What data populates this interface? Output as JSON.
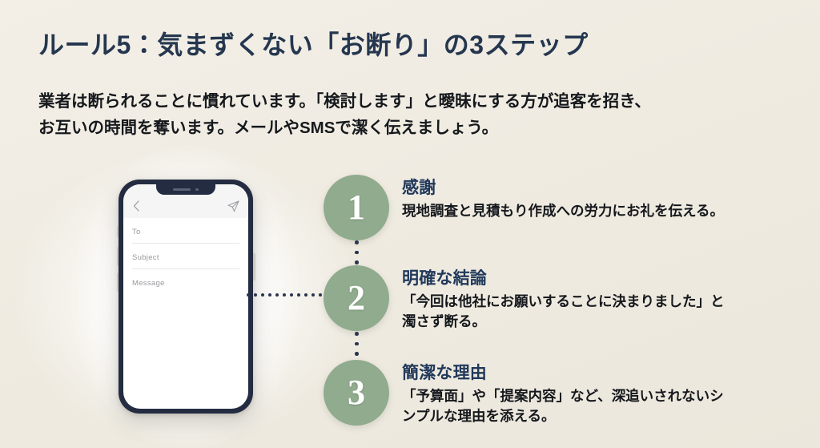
{
  "slide": {
    "title": "ルール5：気まずくない「お断り」の3ステップ",
    "subtitle_line1": "業者は断られることに慣れています。「検討します」と曖昧にする方が追客を招き、",
    "subtitle_line2": "お互いの時間を奪います。メールやSMSで潔く伝えましょう。",
    "background_color": "#f1ede4",
    "title_color": "#25374f",
    "accent_color": "#90ab8d"
  },
  "phone": {
    "frame_color": "#232c41",
    "screen_background": "#ffffff",
    "topbar_background": "#f5f5f6",
    "back_icon": "chevron-left-icon",
    "send_icon": "paper-plane-icon",
    "fields": [
      {
        "label": "To"
      },
      {
        "label": "Subject"
      },
      {
        "label": "Message"
      }
    ]
  },
  "connector": {
    "horizontal_dots": 13,
    "vertical_dots_1": 3,
    "vertical_dots_2": 4,
    "dot_color": "#2b3550"
  },
  "steps": [
    {
      "number": "1",
      "heading": "感謝",
      "desc_lines": [
        "現地調査と見積もり作成への労力にお礼を伝える。"
      ]
    },
    {
      "number": "2",
      "heading": "明確な結論",
      "desc_lines": [
        "「今回は他社にお願いすることに決まりました」と",
        "濁さず断る。"
      ]
    },
    {
      "number": "3",
      "heading": "簡潔な理由",
      "desc_lines": [
        "「予算面」や「提案内容」など、深追いされないシ",
        "ンプルな理由を添える。"
      ]
    }
  ]
}
